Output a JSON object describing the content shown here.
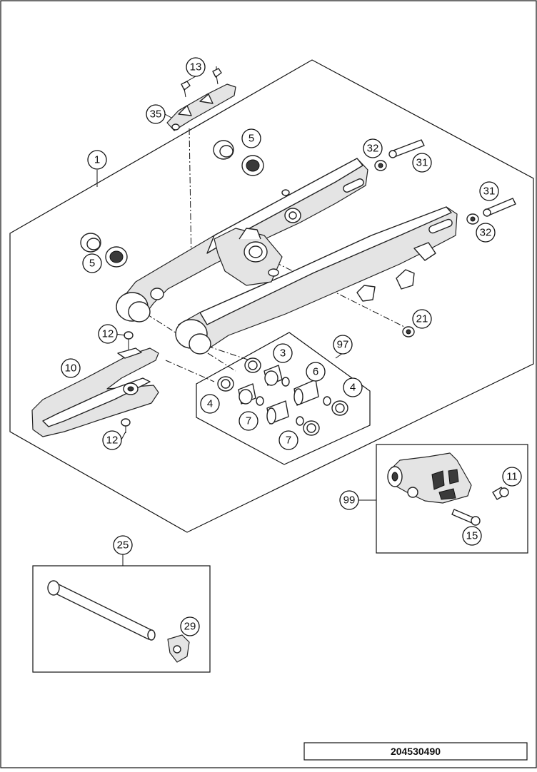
{
  "drawing_number": "204530490",
  "callouts": {
    "c1": "1",
    "c3": "3",
    "c4a": "4",
    "c4b": "4",
    "c5a": "5",
    "c5b": "5",
    "c6": "6",
    "c7a": "7",
    "c7b": "7",
    "c10": "10",
    "c11": "11",
    "c12a": "12",
    "c12b": "12",
    "c13": "13",
    "c15": "15",
    "c21": "21",
    "c25": "25",
    "c29": "29",
    "c31a": "31",
    "c31b": "31",
    "c32a": "32",
    "c32b": "32",
    "c35": "35",
    "c97": "97",
    "c99": "99"
  }
}
